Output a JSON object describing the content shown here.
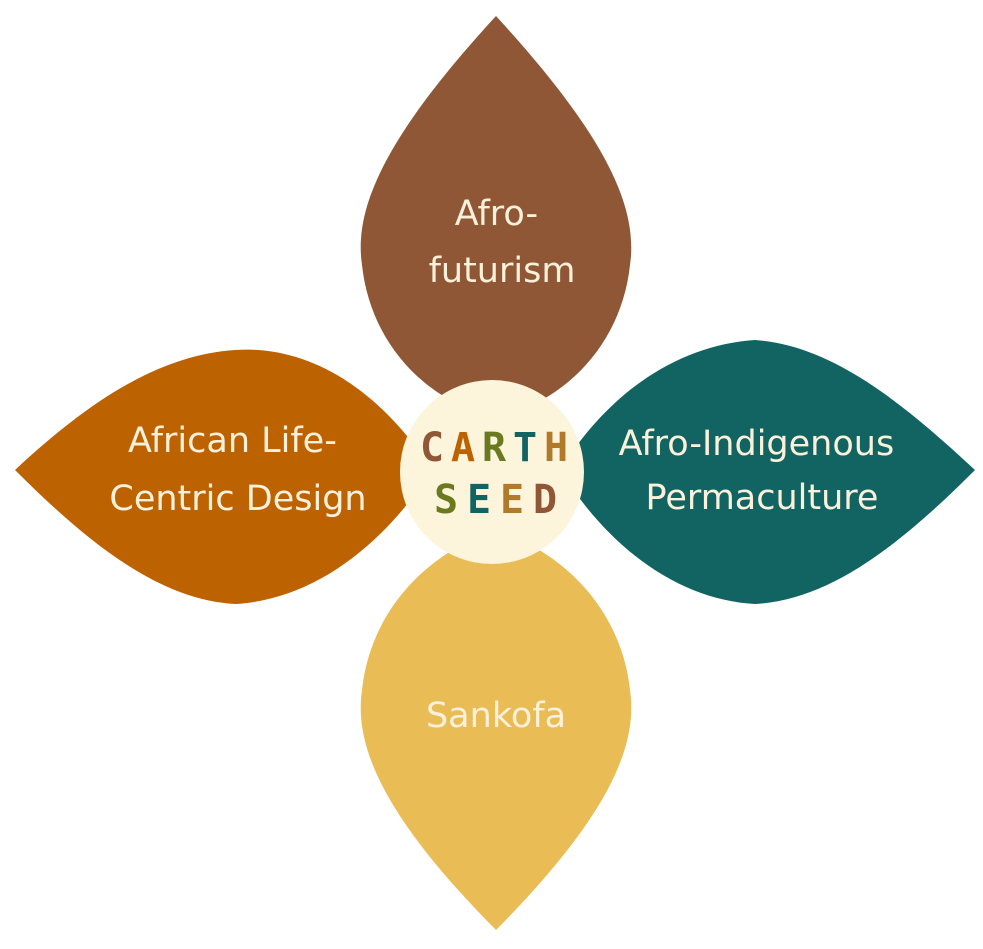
{
  "petals": [
    {
      "id": "top",
      "lines": [
        "Afro-",
        "futurism"
      ],
      "color": "#8f5736"
    },
    {
      "id": "left",
      "lines": [
        "African Life-",
        "Centric Design"
      ],
      "color": "#bd6200"
    },
    {
      "id": "right",
      "lines": [
        "Afro-Indigenous",
        "Permaculture"
      ],
      "color": "#126463"
    },
    {
      "id": "bottom",
      "lines": [
        "Sankofa"
      ],
      "color": "#eabc56"
    }
  ],
  "center": {
    "fill": "#fdf4dc",
    "logo_line1": [
      "C",
      "A",
      "R",
      "T",
      "H"
    ],
    "logo_line2": [
      "S",
      "E",
      "E",
      "D"
    ],
    "logo_colors": [
      "#8f5736",
      "#bd6200",
      "#6a7b1f",
      "#126463",
      "#b07a2a"
    ]
  }
}
